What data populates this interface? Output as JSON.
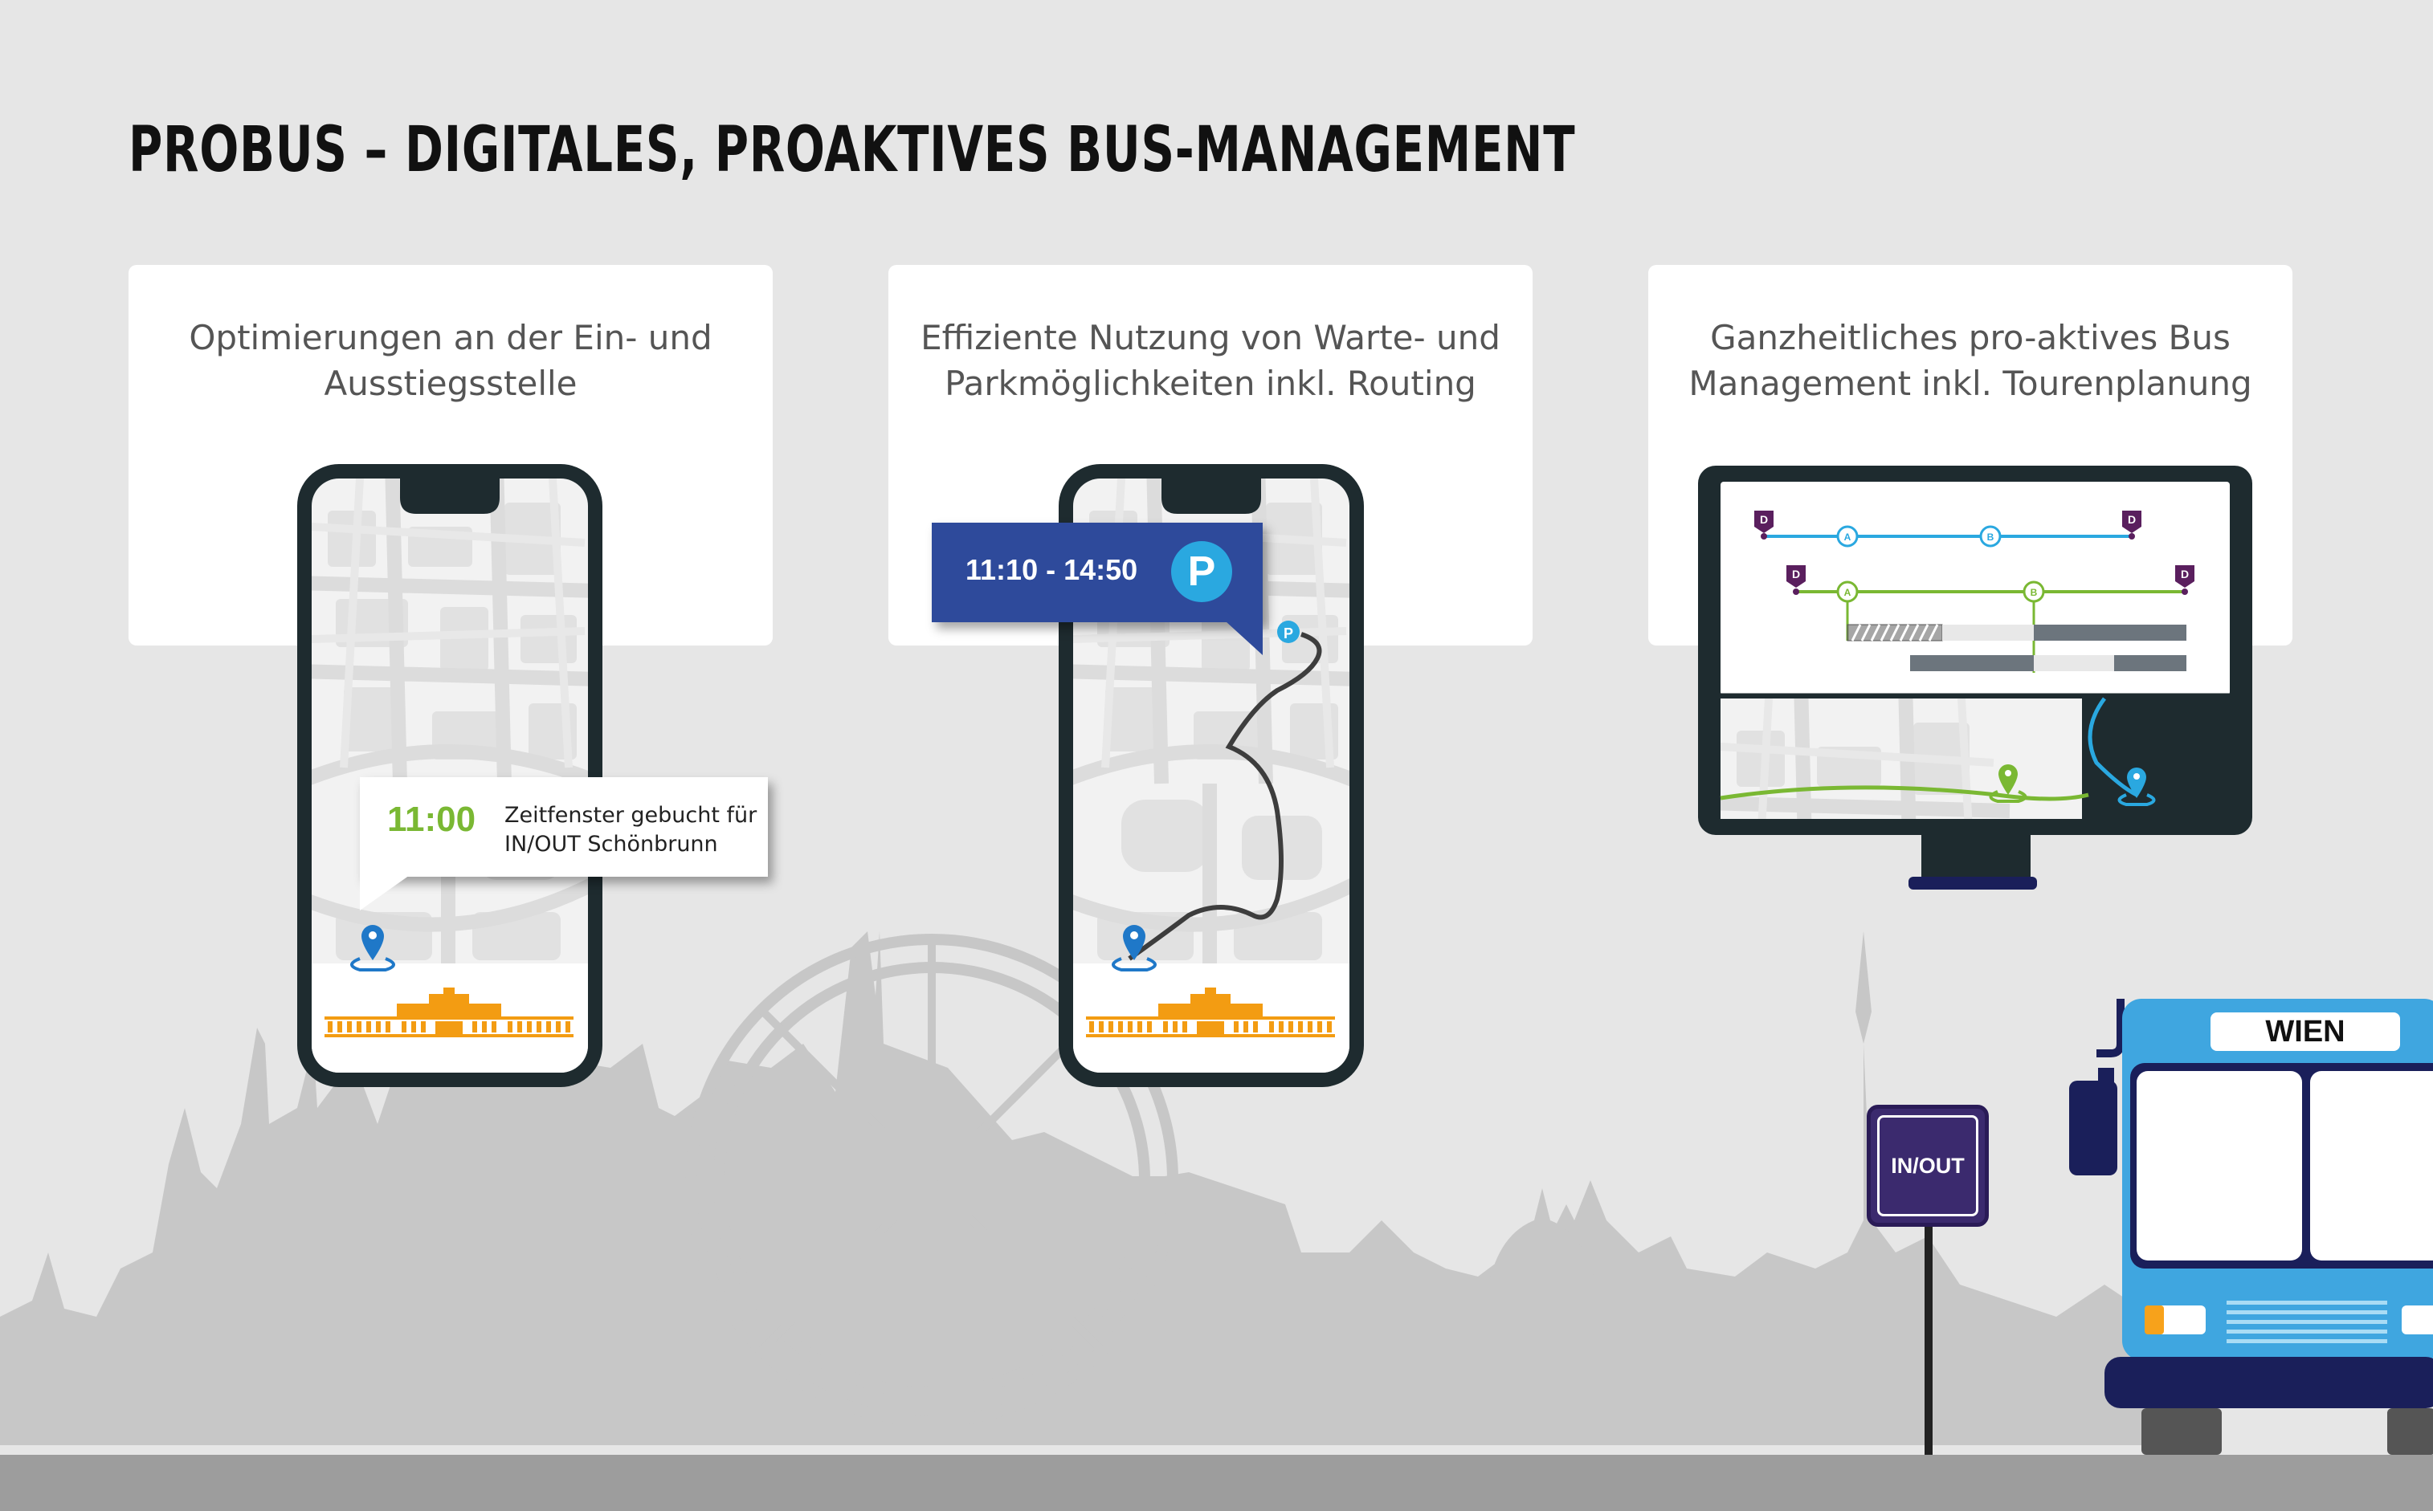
{
  "title": "PROBUS – DIGITALES, PROAKTIVES BUS-MANAGEMENT",
  "cards": [
    {
      "line1": "Optimierungen an der Ein- und",
      "line2": "Ausstiegsstelle"
    },
    {
      "line1": "Effiziente Nutzung von Warte- und",
      "line2": "Parkmöglichkeiten inkl. Routing"
    },
    {
      "line1": "Ganzheitliches pro-aktives Bus",
      "line2": "Management inkl. Tourenplanung"
    }
  ],
  "phone1": {
    "time": "11:00",
    "text_line1": "Zeitfenster gebucht für",
    "text_line2": "IN/OUT Schönbrunn"
  },
  "phone2": {
    "time_window": "11:10 - 14:50",
    "parking_symbol": "P",
    "route_marker": "P"
  },
  "monitor": {
    "markers": [
      "D",
      "A",
      "B",
      "D",
      "D",
      "A",
      "B",
      "D"
    ]
  },
  "stop_sign": "IN/OUT",
  "bus_sign": "WIEN",
  "colors": {
    "background": "#e6e6e6",
    "dark": "#1e2b2f",
    "accent_green": "#7ab833",
    "accent_blue": "#2aa8e0",
    "parking_blue": "#2e4a9b",
    "palace_orange": "#f39c12",
    "stop_purple": "#3b2a6e",
    "bus_blue": "#3fa6e0",
    "route_purple": "#5a1f5e"
  },
  "icons": [
    "location-pin-icon",
    "parking-icon",
    "palace-icon",
    "bus-icon",
    "ferris-wheel-icon"
  ]
}
